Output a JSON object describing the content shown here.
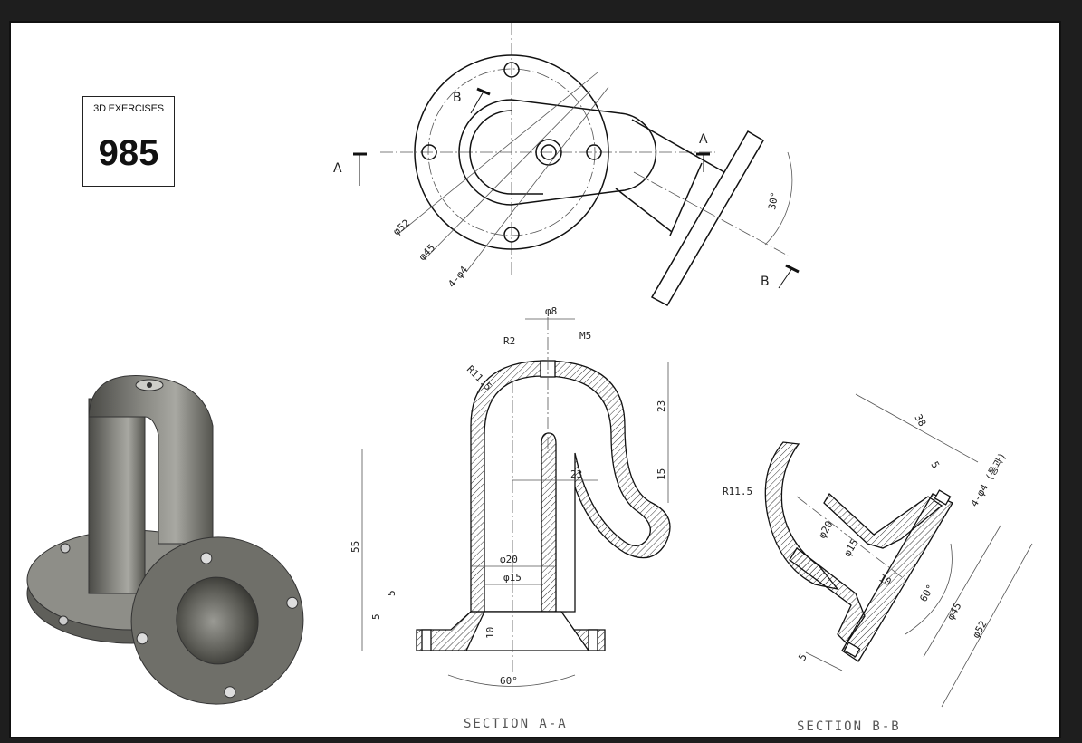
{
  "badge": {
    "title": "3D EXERCISES",
    "number": "985"
  },
  "top_view": {
    "section_mark_a": "A",
    "section_mark_b": "B",
    "dims": {
      "flange_od": "φ52",
      "bolt_circle": "φ45",
      "holes": "4-φ4",
      "angle": "30°"
    }
  },
  "section_aa": {
    "caption": "SECTION A-A",
    "dims": {
      "top_hole": "φ8",
      "thread": "M5",
      "fillet": "R2",
      "bend_radius": "R11.5",
      "height_upper": "23",
      "height_mid": "15",
      "offset": "23",
      "overall_height": "55",
      "pipe_od": "φ20",
      "pipe_id": "φ15",
      "flange_thk": "5",
      "flange_step": "5",
      "cone_height": "10",
      "cone_angle": "60°"
    }
  },
  "section_bb": {
    "caption": "SECTION B-B",
    "dims": {
      "bend_radius": "R11.5",
      "length": "38",
      "flange_thk": "5",
      "holes": "4-φ4 (통과)",
      "pipe_od": "φ20",
      "pipe_id": "φ15",
      "cone_depth": "10",
      "cone_angle": "60°",
      "bolt_circle": "φ45",
      "flange_od": "φ52",
      "bottom_thk": "5"
    }
  },
  "colors": {
    "line": "#111111",
    "hatch": "#333333",
    "center": "#555555",
    "model_body": "#6b6b66",
    "model_light": "#a8a8a2"
  }
}
